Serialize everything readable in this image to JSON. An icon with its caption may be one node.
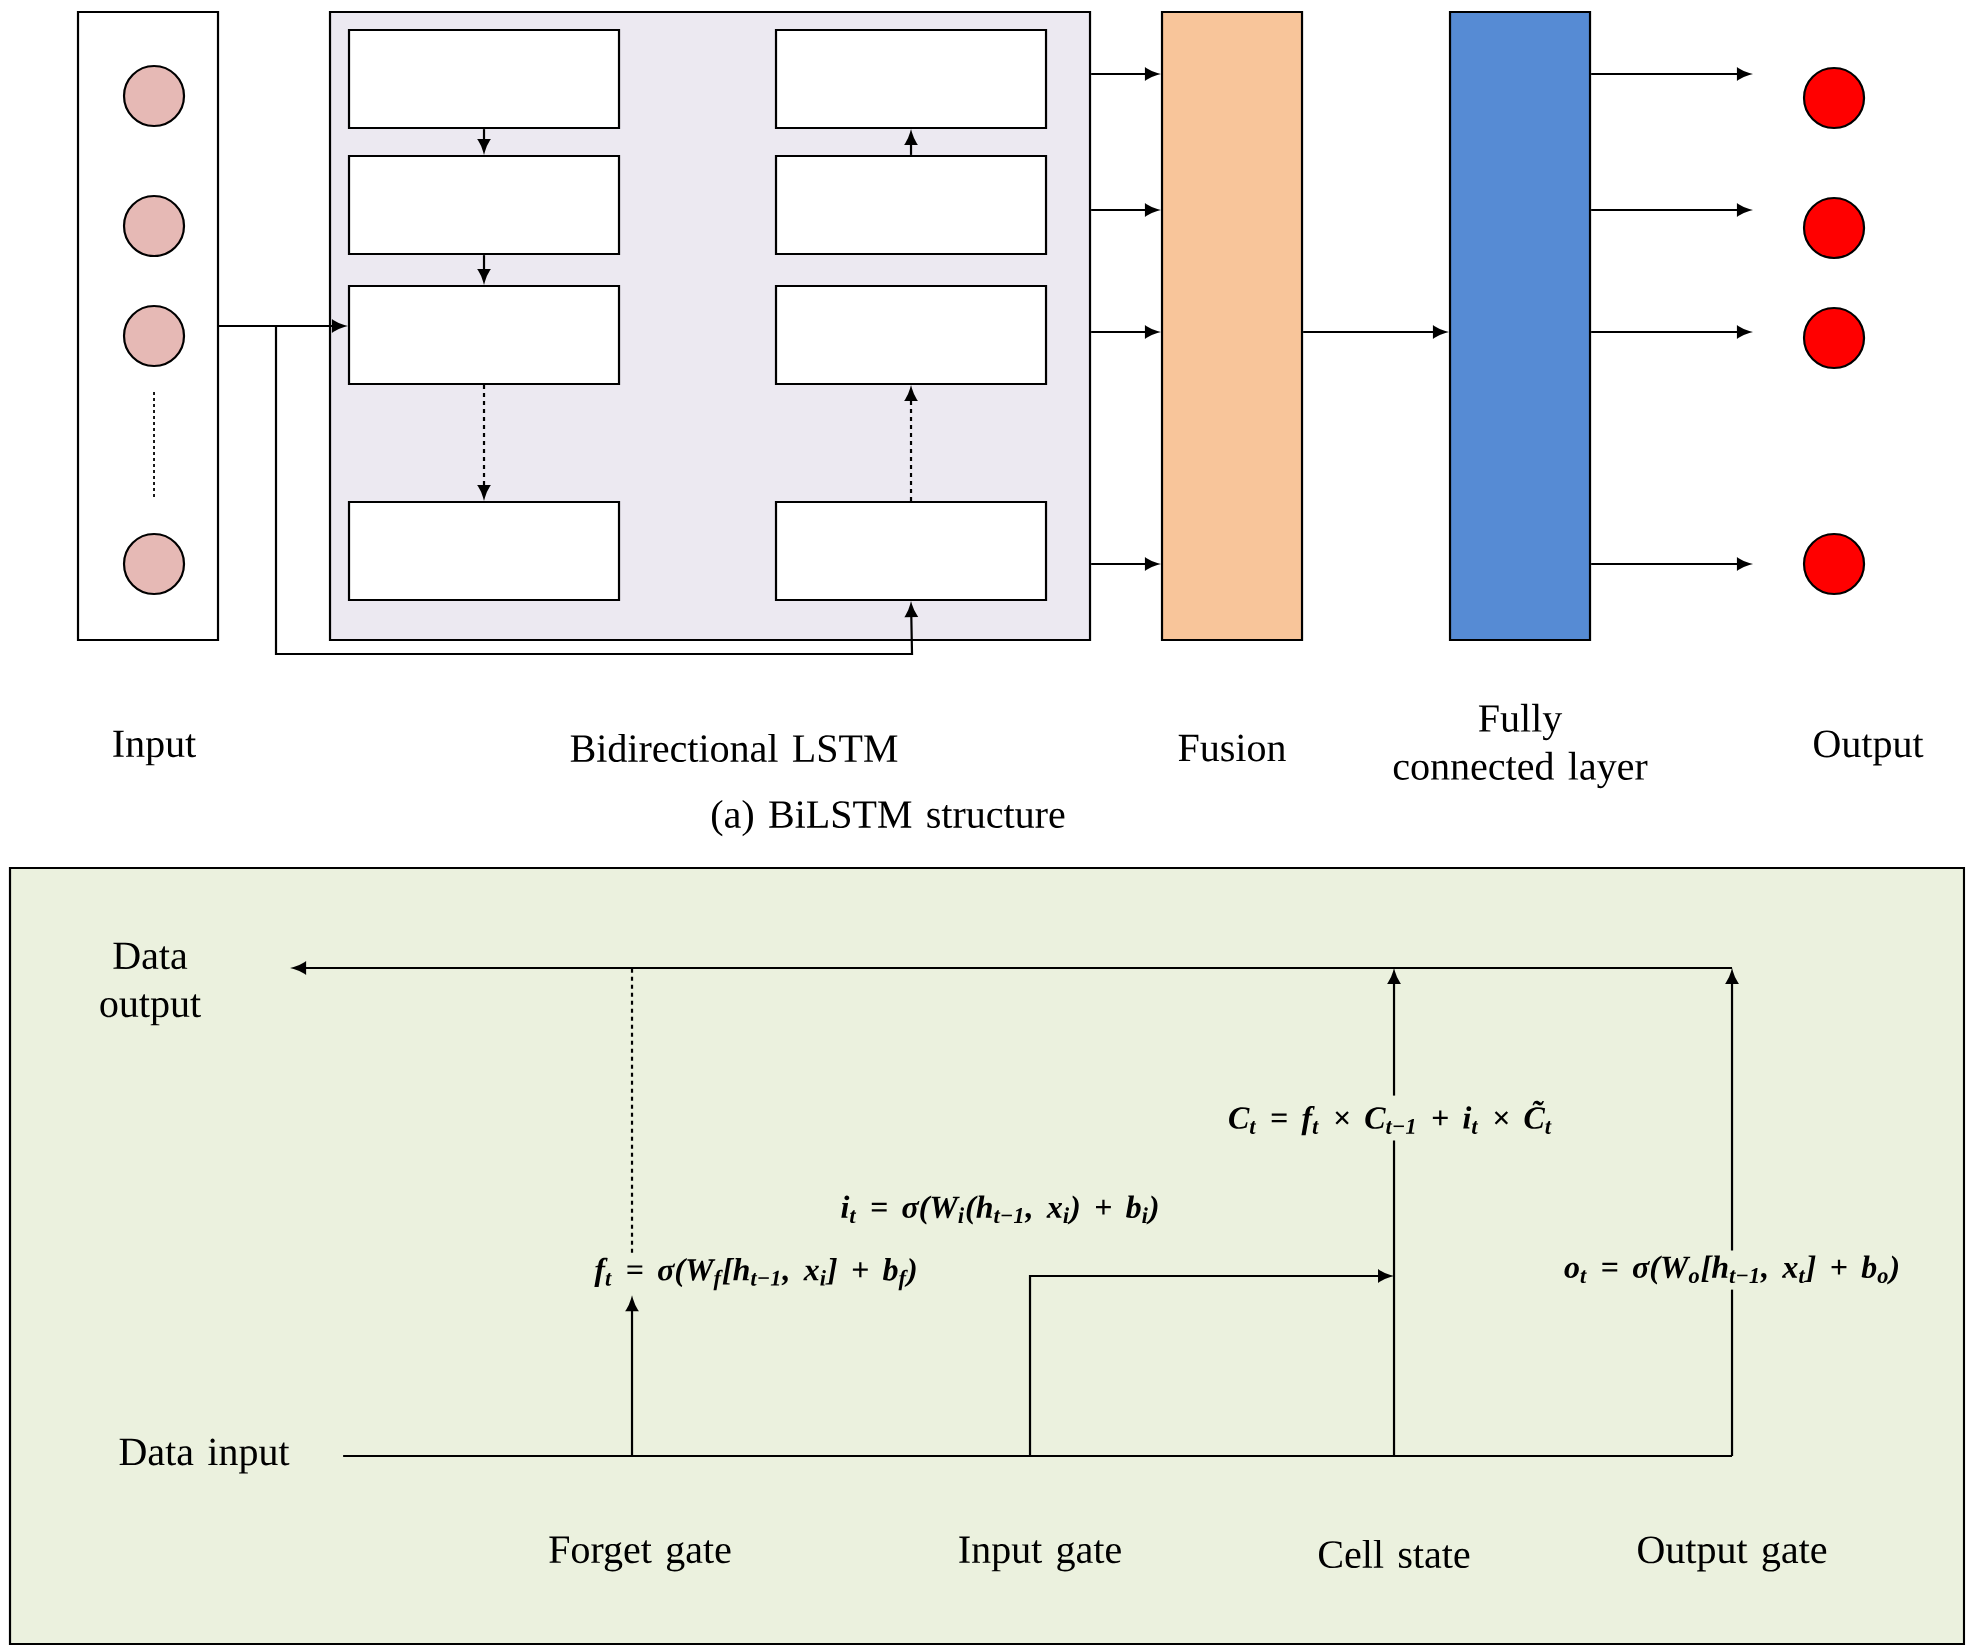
{
  "diagram": {
    "nodes": [
      {
        "text": [],
        "shape": "box",
        "beside": [
          "Input"
        ]
      },
      {
        "text": [],
        "shape": "circle",
        "in": 0
      },
      {
        "text": [],
        "shape": "circle",
        "in": 0
      },
      {
        "text": [],
        "shape": "circle",
        "in": 0
      },
      {
        "text": [],
        "shape": "circle",
        "in": 0
      },
      {
        "text": [],
        "shape": "box",
        "beside": [
          "Bidirectional LSTM"
        ]
      },
      {
        "text": [],
        "shape": "box",
        "in": 5
      },
      {
        "text": [],
        "shape": "box",
        "in": 5
      },
      {
        "text": [],
        "shape": "box",
        "in": 5
      },
      {
        "text": [],
        "shape": "box",
        "in": 5
      },
      {
        "text": [],
        "shape": "box",
        "in": 5
      },
      {
        "text": [],
        "shape": "box",
        "in": 5
      },
      {
        "text": [],
        "shape": "box",
        "in": 5
      },
      {
        "text": [],
        "shape": "box",
        "in": 5
      },
      {
        "text": [],
        "shape": "bar",
        "beside": [
          "Fusion"
        ]
      },
      {
        "text": [],
        "shape": "bar",
        "beside": [
          "Fully connected layer"
        ]
      },
      {
        "text": [],
        "shape": "circle"
      },
      {
        "text": [],
        "shape": "circle"
      },
      {
        "text": [],
        "shape": "circle"
      },
      {
        "text": [],
        "shape": "circle"
      },
      {
        "text": [],
        "shape": "box"
      },
      {
        "text": [
          "Data output"
        ],
        "in": 20
      },
      {
        "text": [
          "Data input"
        ],
        "in": 20
      },
      {
        "text": [
          "f$_{t}$ = σ(W$_{f}$[h$_{t−1}$, x$_{i}$] + b$_{f}$)"
        ],
        "in": 20
      },
      {
        "text": [
          "C$_{t}$ = f$_{t}$ × C$_{t−1}$ + i$_{t}$ × C̃$_{t}$"
        ],
        "in": 20
      },
      {
        "text": [
          "o$_{t}$ = σ(W$_{o}$[h$_{t−1}$, x$_{t}$] + b$_{o}$)"
        ],
        "in": 20
      }
    ],
    "edges": [
      {
        "from": 0,
        "to": 8,
        "arrow": "to"
      },
      {
        "from": 0,
        "to": 13,
        "arrow": "to"
      },
      {
        "from": 6,
        "to": 7,
        "arrow": "to"
      },
      {
        "from": 7,
        "to": 8,
        "arrow": "to"
      },
      {
        "from": 8,
        "to": 9,
        "arrow": "to",
        "style": "dashed"
      },
      {
        "from": 13,
        "to": 12,
        "arrow": "to",
        "style": "dashed"
      },
      {
        "from": 11,
        "to": 10,
        "arrow": "to"
      },
      {
        "from": 5,
        "to": 14,
        "arrow": "to"
      },
      {
        "from": 5,
        "to": 14,
        "arrow": "to"
      },
      {
        "from": 5,
        "to": 14,
        "arrow": "to"
      },
      {
        "from": 5,
        "to": 14,
        "arrow": "to"
      },
      {
        "from": 14,
        "to": 15,
        "arrow": "to"
      },
      {
        "from": 15,
        "to": 16,
        "arrow": "to"
      },
      {
        "from": 15,
        "to": 17,
        "arrow": "to"
      },
      {
        "from": 15,
        "to": 18,
        "arrow": "to"
      },
      {
        "from": 15,
        "to": 19,
        "arrow": "to"
      },
      {
        "from": null,
        "to": 21,
        "arrow": "to"
      },
      {
        "from": 22,
        "to": null,
        "arrow": "none"
      },
      {
        "from": null,
        "to": 23,
        "arrow": "to"
      },
      {
        "from": 23,
        "to": null,
        "arrow": "none",
        "style": "dashed"
      },
      {
        "from": null,
        "to": 24,
        "arrow": "none"
      },
      {
        "from": 24,
        "to": null,
        "arrow": "to"
      },
      {
        "from": null,
        "to": 25,
        "arrow": "none"
      },
      {
        "from": 25,
        "to": null,
        "arrow": "to"
      }
    ],
    "labels": [
      "Output",
      "(a) BiLSTM structure",
      "i$_{t}$ = σ(W$_{i}$(h$_{t−1}$, x$_{i}$) + b$_{i}$)",
      "Forget gate",
      "Input gate",
      "Cell state",
      "Output gate"
    ]
  }
}
